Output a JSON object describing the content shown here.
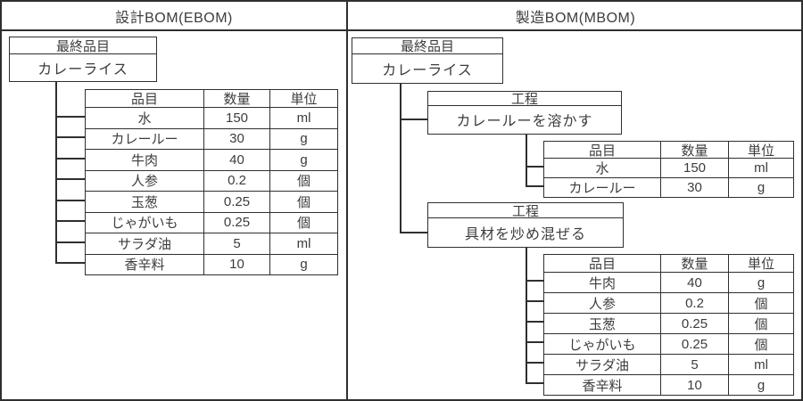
{
  "colors": {
    "line": "#2f2f2f",
    "text": "#3c3c3c",
    "background": "#ffffff"
  },
  "panels": {
    "ebom": {
      "title": "設計BOM(EBOM)",
      "final_item": {
        "label": "最終品目",
        "value": "カレーライス"
      },
      "table": {
        "headers": [
          "品目",
          "数量",
          "単位"
        ],
        "rows": [
          [
            "水",
            "150",
            "ml"
          ],
          [
            "カレールー",
            "30",
            "g"
          ],
          [
            "牛肉",
            "40",
            "g"
          ],
          [
            "人参",
            "0.2",
            "個"
          ],
          [
            "玉葱",
            "0.25",
            "個"
          ],
          [
            "じゃがいも",
            "0.25",
            "個"
          ],
          [
            "サラダ油",
            "5",
            "ml"
          ],
          [
            "香辛料",
            "10",
            "g"
          ]
        ]
      }
    },
    "mbom": {
      "title": "製造BOM(MBOM)",
      "final_item": {
        "label": "最終品目",
        "value": "カレーライス"
      },
      "processes": [
        {
          "label": "工程",
          "name": "カレールーを溶かす",
          "table": {
            "headers": [
              "品目",
              "数量",
              "単位"
            ],
            "rows": [
              [
                "水",
                "150",
                "ml"
              ],
              [
                "カレールー",
                "30",
                "g"
              ]
            ]
          }
        },
        {
          "label": "工程",
          "name": "具材を炒め混ぜる",
          "table": {
            "headers": [
              "品目",
              "数量",
              "単位"
            ],
            "rows": [
              [
                "牛肉",
                "40",
                "g"
              ],
              [
                "人参",
                "0.2",
                "個"
              ],
              [
                "玉葱",
                "0.25",
                "個"
              ],
              [
                "じゃがいも",
                "0.25",
                "個"
              ],
              [
                "サラダ油",
                "5",
                "ml"
              ],
              [
                "香辛料",
                "10",
                "g"
              ]
            ]
          }
        }
      ]
    }
  }
}
